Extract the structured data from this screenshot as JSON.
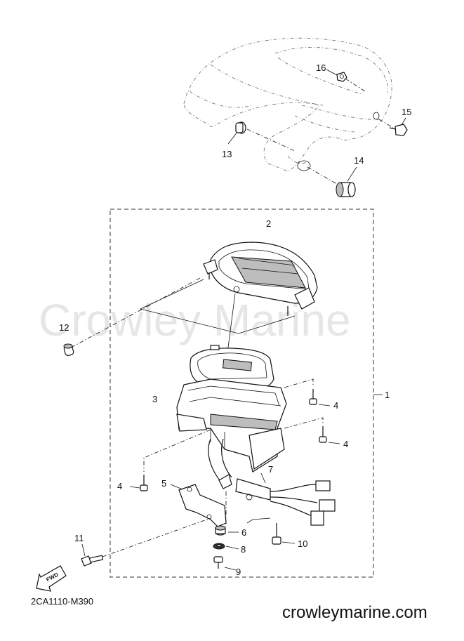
{
  "watermark": "Crowley Marine",
  "diagram_code": "2CA1110-M390",
  "fwd_badge": "FWD",
  "website": "crowleymarine.com",
  "callouts": {
    "c1": "1",
    "c2": "2",
    "c3": "3",
    "c4a": "4",
    "c4b": "4",
    "c4c": "4",
    "c5": "5",
    "c6": "6",
    "c7": "7",
    "c8": "8",
    "c9": "9",
    "c10": "10",
    "c11": "11",
    "c12": "12",
    "c13": "13",
    "c14": "14",
    "c15": "15",
    "c16": "16"
  }
}
